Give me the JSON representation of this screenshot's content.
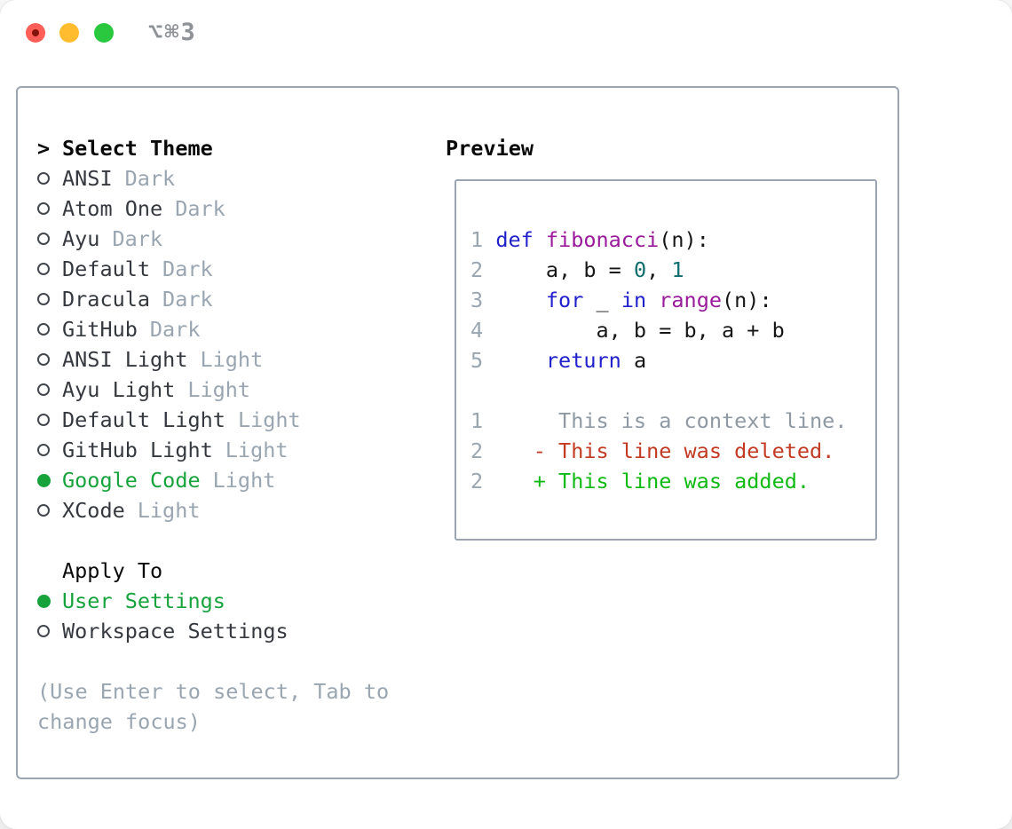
{
  "window": {
    "title": "⌥⌘3",
    "traffic_lights": [
      {
        "name": "close",
        "color": "#ff5f57",
        "has_dot": true
      },
      {
        "name": "minimize",
        "color": "#febc2e",
        "has_dot": false
      },
      {
        "name": "zoom",
        "color": "#29c83f",
        "has_dot": false
      }
    ]
  },
  "theme_list": {
    "header": {
      "prefix": ">",
      "label": "Select Theme"
    },
    "items": [
      {
        "name": "ANSI",
        "variant": "Dark",
        "selected": false
      },
      {
        "name": "Atom One",
        "variant": "Dark",
        "selected": false
      },
      {
        "name": "Ayu",
        "variant": "Dark",
        "selected": false
      },
      {
        "name": "Default",
        "variant": "Dark",
        "selected": false
      },
      {
        "name": "Dracula",
        "variant": "Dark",
        "selected": false
      },
      {
        "name": "GitHub",
        "variant": "Dark",
        "selected": false
      },
      {
        "name": "ANSI Light",
        "variant": "Light",
        "selected": false
      },
      {
        "name": "Ayu Light",
        "variant": "Light",
        "selected": false
      },
      {
        "name": "Default Light",
        "variant": "Light",
        "selected": false
      },
      {
        "name": "GitHub Light",
        "variant": "Light",
        "selected": false
      },
      {
        "name": "Google Code",
        "variant": "Light",
        "selected": true
      },
      {
        "name": "XCode",
        "variant": "Light",
        "selected": false
      }
    ]
  },
  "apply_to": {
    "header": "Apply To",
    "options": [
      {
        "name": "User Settings",
        "selected": true
      },
      {
        "name": "Workspace Settings",
        "selected": false
      }
    ]
  },
  "hint": "(Use Enter to select, Tab to change focus)",
  "preview": {
    "label": "Preview",
    "lines": [
      [
        [
          "num",
          "1"
        ],
        [
          "plain",
          " "
        ],
        [
          "kw",
          "def"
        ],
        [
          "plain",
          " "
        ],
        [
          "fn",
          "fibonacci"
        ],
        [
          "plain",
          "(n):"
        ]
      ],
      [
        [
          "num",
          "2"
        ],
        [
          "plain",
          "     a, b = "
        ],
        [
          "lit",
          "0"
        ],
        [
          "plain",
          ", "
        ],
        [
          "lit",
          "1"
        ]
      ],
      [
        [
          "num",
          "3"
        ],
        [
          "plain",
          "     "
        ],
        [
          "kw",
          "for"
        ],
        [
          "plain",
          " _ "
        ],
        [
          "kw",
          "in"
        ],
        [
          "plain",
          " "
        ],
        [
          "fn",
          "range"
        ],
        [
          "plain",
          "(n):"
        ]
      ],
      [
        [
          "num",
          "4"
        ],
        [
          "plain",
          "         a, b = b, a + b"
        ]
      ],
      [
        [
          "num",
          "5"
        ],
        [
          "plain",
          "     "
        ],
        [
          "kw",
          "return"
        ],
        [
          "plain",
          " a"
        ]
      ],
      [],
      [
        [
          "num",
          "1"
        ],
        [
          "ctx",
          "      This is a context line."
        ]
      ],
      [
        [
          "num",
          "2"
        ],
        [
          "plain",
          "    "
        ],
        [
          "del",
          "- This line was deleted."
        ]
      ],
      [
        [
          "num",
          "2"
        ],
        [
          "plain",
          "    "
        ],
        [
          "add",
          "+ This line was added."
        ]
      ]
    ]
  },
  "colors": {
    "accent_green": "#17a33c",
    "panel_border": "#9ba4b1",
    "text_dark": "#35393f",
    "muted_gray": "#9aa5b2",
    "code_keyword": "#2121cc",
    "code_function": "#991a9b",
    "code_literal": "#0d6d6d",
    "diff_deleted": "#c33a23",
    "diff_added": "#0fba12",
    "traffic_red": "#ff5f57",
    "traffic_yellow": "#febc2e",
    "traffic_green": "#29c83f"
  }
}
